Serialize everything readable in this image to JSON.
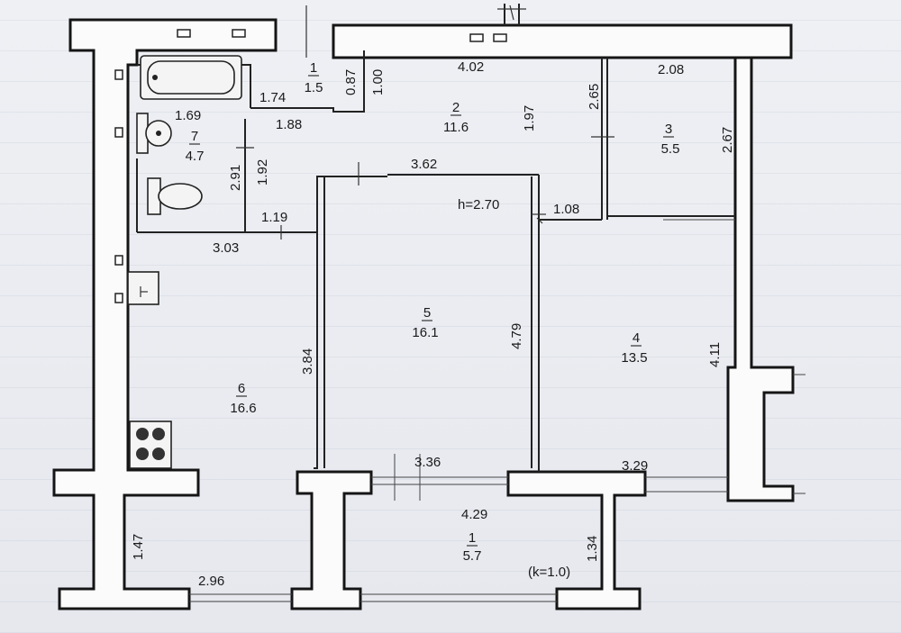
{
  "plan": {
    "ceiling_height": "h=2.70",
    "coefficient": "(k=1.0)",
    "rooms": [
      {
        "id": "1",
        "num": "1",
        "area": "5.7"
      },
      {
        "id": "2",
        "num": "2",
        "area": "11.6"
      },
      {
        "id": "3",
        "num": "3",
        "area": "5.5"
      },
      {
        "id": "4",
        "num": "4",
        "area": "13.5"
      },
      {
        "id": "5",
        "num": "5",
        "area": "16.1"
      },
      {
        "id": "6",
        "num": "6",
        "area": "16.6"
      },
      {
        "id": "7",
        "num": "7",
        "area": "4.7"
      },
      {
        "id": "wc",
        "num": "1",
        "area": "1.5"
      }
    ],
    "dimensions": {
      "d402": "4.02",
      "d208": "2.08",
      "d169": "1.69",
      "d174": "1.74",
      "d188": "1.88",
      "d087": "0.87",
      "d100": "1.00",
      "d197": "1.97",
      "d265": "2.65",
      "d267": "2.67",
      "d291": "2.91",
      "d192": "1.92",
      "d362": "3.62",
      "d119": "1.19",
      "d303": "3.03",
      "d108": "1.08",
      "d384": "3.84",
      "d479": "4.79",
      "d411": "4.11",
      "d336": "3.36",
      "d329": "3.29",
      "d429": "4.29",
      "d147": "1.47",
      "d134": "1.34",
      "d296": "2.96"
    }
  }
}
